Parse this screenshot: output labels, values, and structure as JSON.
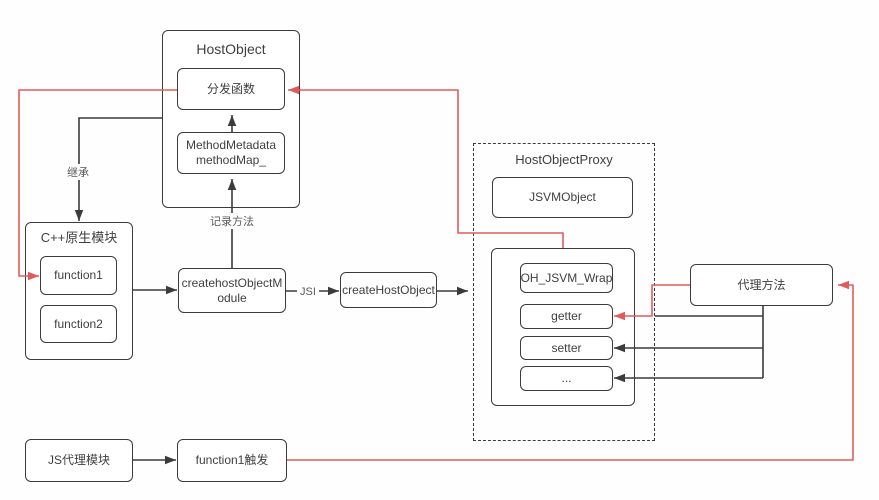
{
  "host_object": {
    "title": "HostObject",
    "dispatch_label": "分发函数",
    "metadata_line1": "MethodMetadata",
    "metadata_line2": "methodMap_"
  },
  "cpp_module": {
    "title": "C++原生模块",
    "function1_label": "function1",
    "function2_label": "function2"
  },
  "create_module": {
    "line1": "createhostObjectM",
    "line2": "odule"
  },
  "create_host_object_label": "createHostObject",
  "host_object_proxy": {
    "title": "HostObjectProxy",
    "jsvm_object_label": "JSVMObject",
    "wrap_label": "OH_JSVM_Wrap",
    "getter_label": "getter",
    "setter_label": "setter",
    "more_label": "..."
  },
  "proxy_method_label": "代理方法",
  "js_proxy_module_label": "JS代理模块",
  "function1_trigger_label": "function1触发",
  "edge_labels": {
    "inherit": "继承",
    "record_method": "记录方法",
    "jsi": "JSI"
  },
  "colors": {
    "line_black": "#3b3b3b",
    "accent_red": "#e05c5c",
    "text": "#3f3f3f",
    "edge_label_text": "#595959",
    "background": "#ffffff"
  }
}
